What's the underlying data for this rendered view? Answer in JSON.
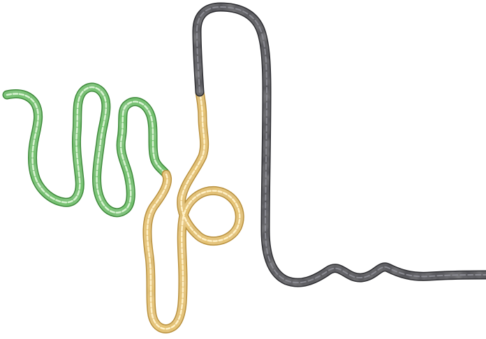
{
  "figure": {
    "segments": [
      {
        "id": "green-segment",
        "color": "#6fc36a",
        "highlight": "#d9f3d3",
        "shadow": "#3e8a3b"
      },
      {
        "id": "yellow-segment",
        "color": "#e8c46f",
        "highlight": "#fff1c8",
        "shadow": "#b9913f"
      },
      {
        "id": "dark-segment",
        "color": "#4f4f54",
        "highlight": "#8a8a92",
        "shadow": "#2f2f33"
      }
    ],
    "background": "#ffffff"
  }
}
